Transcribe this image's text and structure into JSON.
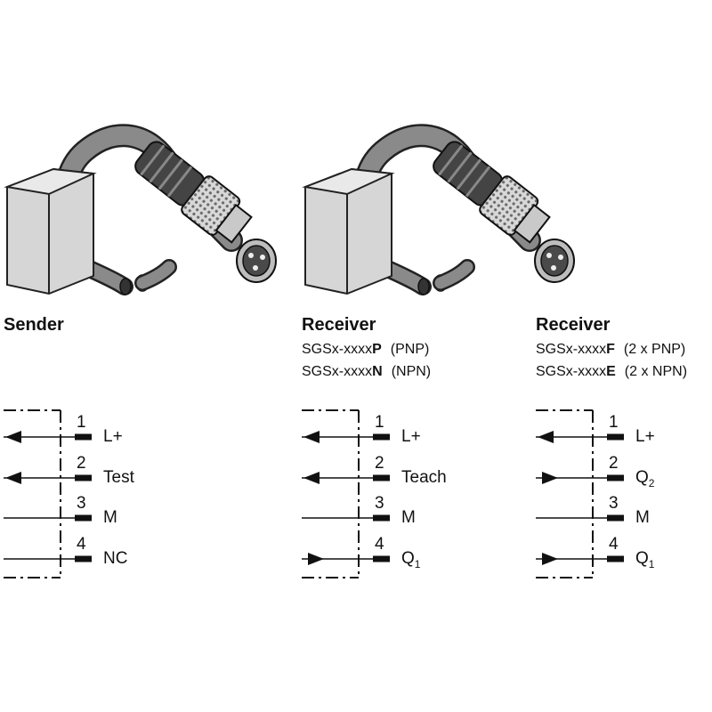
{
  "columns": [
    {
      "title": "Sender",
      "variants": [],
      "pins": [
        {
          "num": "1",
          "label": "L+",
          "sub": "",
          "arrow": "out"
        },
        {
          "num": "2",
          "label": "Test",
          "sub": "",
          "arrow": "out"
        },
        {
          "num": "3",
          "label": "M",
          "sub": "",
          "arrow": "none"
        },
        {
          "num": "4",
          "label": "NC",
          "sub": "",
          "arrow": "none"
        }
      ]
    },
    {
      "title": "Receiver",
      "variants": [
        {
          "prefix": "SGSx-xxxx",
          "suffix": "P",
          "note": "(PNP)"
        },
        {
          "prefix": "SGSx-xxxx",
          "suffix": "N",
          "note": "(NPN)"
        }
      ],
      "pins": [
        {
          "num": "1",
          "label": "L+",
          "sub": "",
          "arrow": "out"
        },
        {
          "num": "2",
          "label": "Teach",
          "sub": "",
          "arrow": "out"
        },
        {
          "num": "3",
          "label": "M",
          "sub": "",
          "arrow": "none"
        },
        {
          "num": "4",
          "label": "Q",
          "sub": "1",
          "arrow": "in"
        }
      ]
    },
    {
      "title": "Receiver",
      "variants": [
        {
          "prefix": "SGSx-xxxx",
          "suffix": "F",
          "note": "(2 x PNP)"
        },
        {
          "prefix": "SGSx-xxxx",
          "suffix": "E",
          "note": "(2 x NPN)"
        }
      ],
      "pins": [
        {
          "num": "1",
          "label": "L+",
          "sub": "",
          "arrow": "out"
        },
        {
          "num": "2",
          "label": "Q",
          "sub": "2",
          "arrow": "in"
        },
        {
          "num": "3",
          "label": "M",
          "sub": "",
          "arrow": "none"
        },
        {
          "num": "4",
          "label": "Q",
          "sub": "1",
          "arrow": "in"
        }
      ]
    }
  ]
}
